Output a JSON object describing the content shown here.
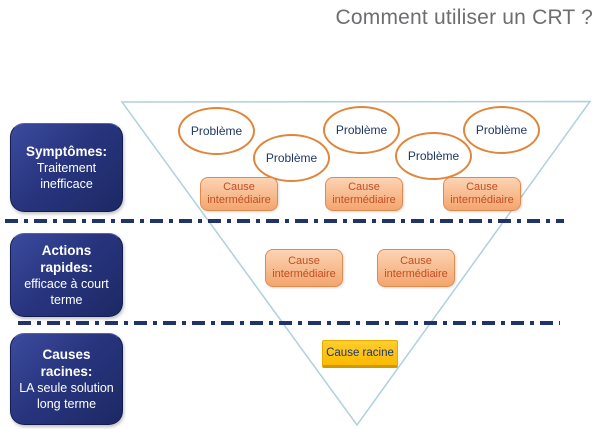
{
  "title": "Comment utiliser un CRT ?",
  "colors": {
    "title_gray": "#6d6e71",
    "navy_box": "#28357f",
    "navy_text": "#1f3864",
    "ellipse_stroke": "#e0863c",
    "cause_border": "#e08b4e",
    "cause_fill_top": "#fcd4b4",
    "cause_fill_bottom": "#f4a56d",
    "cause_text": "#c14f24",
    "root_fill": "#ffc000",
    "root_border": "#cf9a00",
    "dash_line": "#20336b",
    "triangle_stroke": "#b0d0dc"
  },
  "left_panels": [
    {
      "title": "Symptômes:",
      "subtitle": "Traitement inefficace"
    },
    {
      "title": "Actions rapides:",
      "subtitle": "efficace à court terme"
    },
    {
      "title": "Causes racines:",
      "subtitle": "LA seule solution long terme"
    }
  ],
  "problems": [
    {
      "label": "Problème"
    },
    {
      "label": "Problème"
    },
    {
      "label": "Problème"
    },
    {
      "label": "Problème"
    },
    {
      "label": "Problème"
    }
  ],
  "intermediate_causes": {
    "row1": [
      {
        "label": "Cause intermédiaire"
      },
      {
        "label": "Cause intermédiaire"
      },
      {
        "label": "Cause intermédiaire"
      }
    ],
    "row2": [
      {
        "label": "Cause intermédiaire"
      },
      {
        "label": "Cause intermédiaire"
      }
    ]
  },
  "root_cause": {
    "label": "Cause racine"
  }
}
